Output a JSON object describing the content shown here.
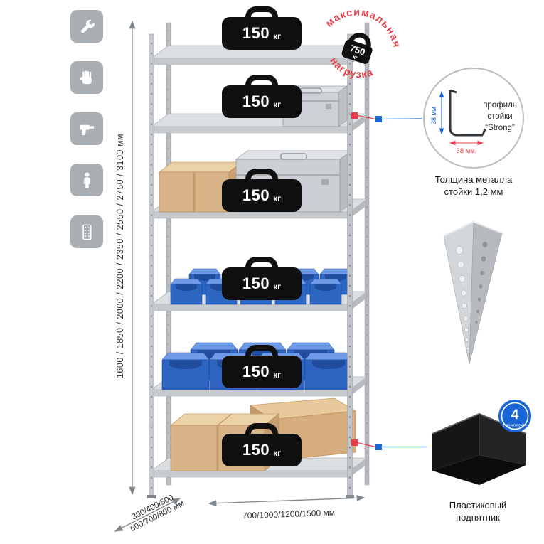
{
  "stamp": {
    "arc_top": "максимальная",
    "arc_bottom": "нагрузка",
    "value": "750",
    "unit": "кг"
  },
  "badge": {
    "value": "150",
    "unit": "кг"
  },
  "dims": {
    "height": "1600 / 1850 / 2000 / 2200 / 2350 / 2550 / 2750 / 3100 мм",
    "depth_1": "300/400/500",
    "depth_2": "600/700/800 мм",
    "width": "700/1000/1200/1500 мм"
  },
  "profile_callout": {
    "line1": "профиль",
    "line2": "стойки",
    "line3": "“Strong”",
    "dim_v": "38 мм",
    "dim_h": "38 мм.",
    "caption1": "Толщина металла",
    "caption2": "стойки 1,2 мм"
  },
  "foot_callout": {
    "badge_value": "4",
    "badge_label": "в комплекте",
    "caption1": "Пластиковый",
    "caption2": "подпятник"
  },
  "icons": {
    "left_column": [
      "wrench",
      "gloves",
      "drill",
      "person",
      "rack-profile"
    ]
  },
  "colors": {
    "accent_red": "#e8404a",
    "accent_blue": "#1a66d6",
    "icon_bg": "#a9aeb3"
  }
}
